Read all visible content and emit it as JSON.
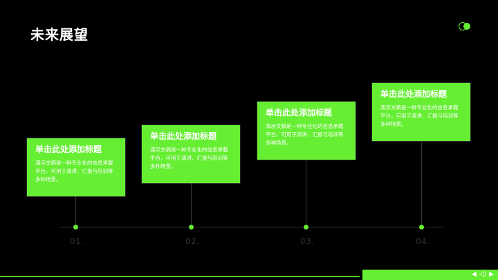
{
  "slide": {
    "title": "未来展望",
    "accent_color": "#66ee33"
  },
  "cards": [
    {
      "heading": "单击此处添加标题",
      "body": "演示文稿是一种专业化的信息承载平台，可用于演讲、汇报与培训等多种场景。",
      "number": "01."
    },
    {
      "heading": "单击此处添加标题",
      "body": "演示文稿是一种专业化的信息承载平台，可用于演讲、汇报与培训等多种场景。",
      "number": "02."
    },
    {
      "heading": "单击此处添加标题",
      "body": "演示文稿是一种专业化的信息承载平台，可用于演讲、汇报与培训等多种场景。",
      "number": "03."
    },
    {
      "heading": "单击此处添加标题",
      "body": "演示文稿是一种专业化的信息承载平台，可用于演讲、汇报与培训等多种场景。",
      "number": "04."
    }
  ],
  "controls": {
    "prev_icon": "triangle-left-icon",
    "audio_icon": "speaker-icon",
    "next_icon": "triangle-right-icon",
    "prev": "◀",
    "audio": "◁)",
    "next": "▶"
  }
}
